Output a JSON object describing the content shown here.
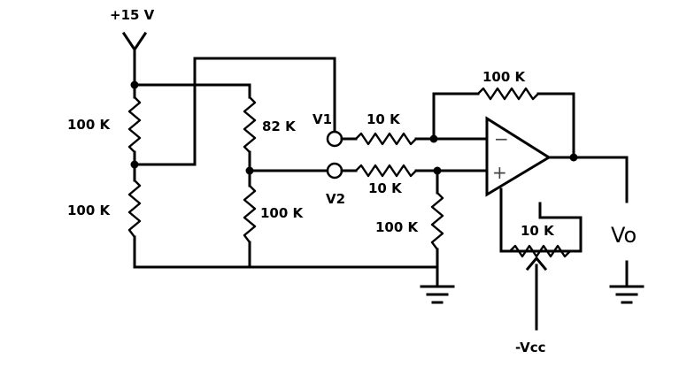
{
  "diagram": {
    "supply_label": "+15 V",
    "neg_supply_label": "-Vcc",
    "output_label": "Vo",
    "inputs": {
      "v1": "V1",
      "v2": "V2"
    },
    "op_amp": {
      "inverting_sign": "−",
      "noninverting_sign": "+"
    },
    "resistors": {
      "r_div1_top": "100 K",
      "r_div1_bottom": "100 K",
      "r_div2_top": "82 K",
      "r_div2_bottom": "100 K",
      "r_in1": "10 K",
      "r_in2": "10 K",
      "r_ground": "100 K",
      "r_feedback": "100 K",
      "r_pot": "10 K"
    }
  }
}
